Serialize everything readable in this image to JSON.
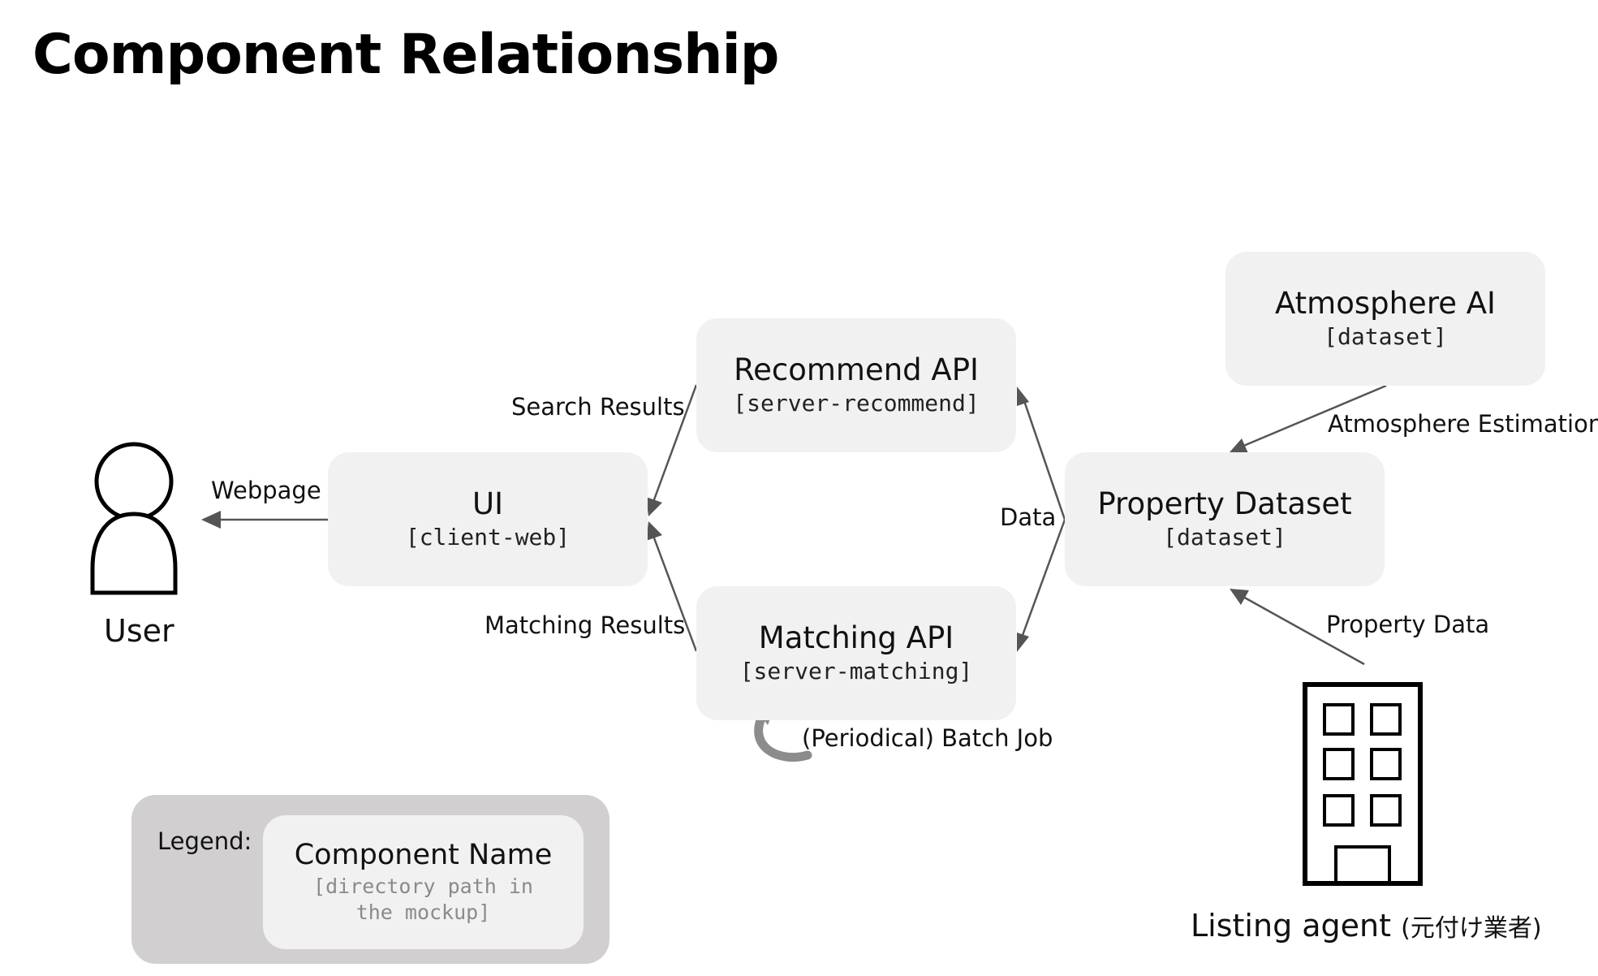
{
  "title": "Component Relationship",
  "colors": {
    "box_fill": "#f1f1f1",
    "legend_fill": "#d1cfd0",
    "arrow": "#555555",
    "self_loop": "#8c8c8c"
  },
  "components": {
    "ui": {
      "name": "UI",
      "path": "[client-web]"
    },
    "recommend_api": {
      "name": "Recommend API",
      "path": "[server-recommend]"
    },
    "matching_api": {
      "name": "Matching API",
      "path": "[server-matching]"
    },
    "property_dataset": {
      "name": "Property Dataset",
      "path": "[dataset]"
    },
    "atmosphere_ai": {
      "name": "Atmosphere AI",
      "path": "[dataset]"
    }
  },
  "actors": {
    "user": {
      "label": "User",
      "icon": "person-icon"
    },
    "listing_agent": {
      "label": "Listing agent",
      "note": "(元付け業者)",
      "icon": "building-icon"
    }
  },
  "edges": {
    "webpage": "Webpage",
    "search_results": "Search Results",
    "matching_results": "Matching Results",
    "data": "Data",
    "atmosphere_estimation": "Atmosphere Estimation",
    "property_data": "Property Data",
    "batch_job": "(Periodical) Batch Job"
  },
  "legend": {
    "title": "Legend:",
    "sample_name": "Component Name",
    "sample_path": "[directory path in the mockup]"
  }
}
